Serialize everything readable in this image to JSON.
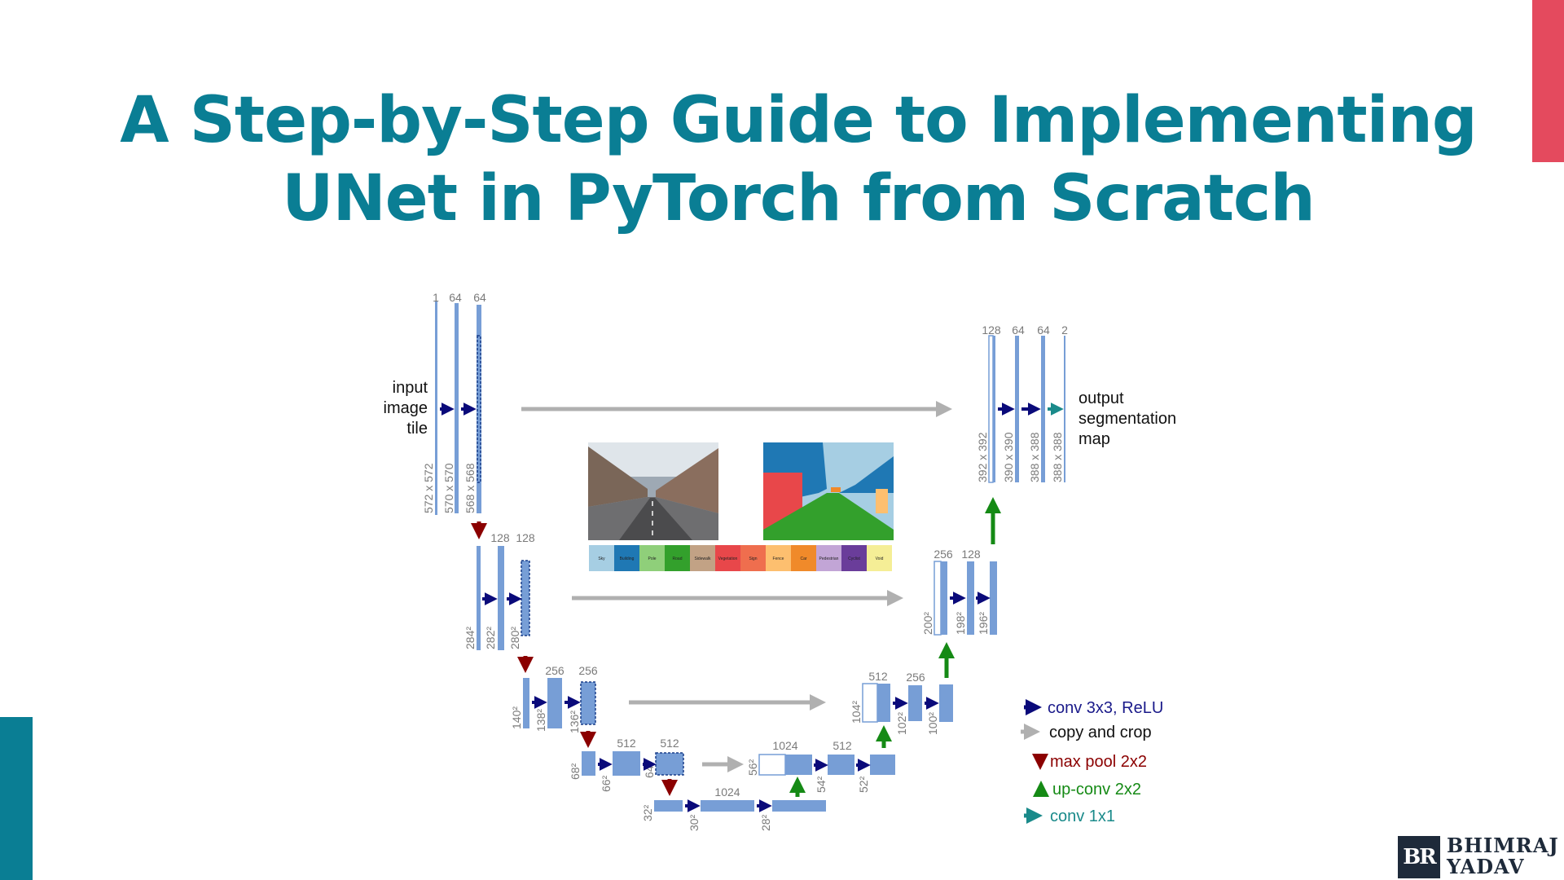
{
  "title": {
    "line1": "A Step-by-Step Guide to Implementing",
    "line2": "UNet in PyTorch from Scratch"
  },
  "colors": {
    "title": "#0a7e94",
    "accent_red": "#e44a5e",
    "accent_teal": "#0a7e94",
    "block": "#779ed6",
    "conv_arrow": "#0a0a7a",
    "copy_arrow": "#b0b0b0",
    "pool_arrow": "#8b0000",
    "upconv_arrow": "#158a15",
    "conv1x1_arrow": "#1a8a8a"
  },
  "diagram": {
    "input_label": [
      "input",
      "image",
      "tile"
    ],
    "output_label": [
      "output",
      "segmentation",
      "map"
    ],
    "channels": {
      "l1": [
        "1",
        "64",
        "64"
      ],
      "l2": [
        "128",
        "128"
      ],
      "l3": [
        "256",
        "256"
      ],
      "l4": [
        "512",
        "512"
      ],
      "l5": [
        "1024"
      ],
      "u4": [
        "1024",
        "512"
      ],
      "u3": [
        "512",
        "256"
      ],
      "u2": [
        "256",
        "128"
      ],
      "u1": [
        "128",
        "64",
        "64",
        "2"
      ]
    },
    "sizes": {
      "l1": [
        "572 x 572",
        "570 x 570",
        "568 x 568"
      ],
      "l2": [
        "284²",
        "282²",
        "280²"
      ],
      "l3": [
        "140²",
        "138²",
        "136²"
      ],
      "l4": [
        "68²",
        "66²",
        "64²"
      ],
      "l5": [
        "32²",
        "30²",
        "28²"
      ],
      "u4": [
        "56²",
        "54²",
        "52²"
      ],
      "u3": [
        "104²",
        "102²",
        "100²"
      ],
      "u2": [
        "200²",
        "198²",
        "196²"
      ],
      "u1": [
        "392 x 392",
        "390 x 390",
        "388 x 388",
        "388 x 388"
      ]
    },
    "classes": [
      "Sky",
      "Building",
      "Pole",
      "Road",
      "Sidewalk",
      "Vegetation",
      "Sign",
      "Fence",
      "Car",
      "Pedestrian",
      "Cyclist",
      "Void"
    ],
    "class_colors": [
      "#a6cee3",
      "#1f78b4",
      "#8fcf7a",
      "#33a02c",
      "#c2a285",
      "#e8474a",
      "#ef6e4e",
      "#fdbf6f",
      "#f08a2a",
      "#c2a5d6",
      "#6a3d9a",
      "#f5ee96"
    ]
  },
  "legend": [
    {
      "label": "conv 3x3, ReLU",
      "color": "#1a1a8a"
    },
    {
      "label": "copy and crop",
      "color": "#111111"
    },
    {
      "label": "max pool 2x2",
      "color": "#8b0000"
    },
    {
      "label": "up-conv 2x2",
      "color": "#158a15"
    },
    {
      "label": "conv 1x1",
      "color": "#1a8a8a"
    }
  ],
  "brand": {
    "mark": "BR",
    "name_line1": "BHIMRAJ",
    "name_line2": "YADAV"
  }
}
